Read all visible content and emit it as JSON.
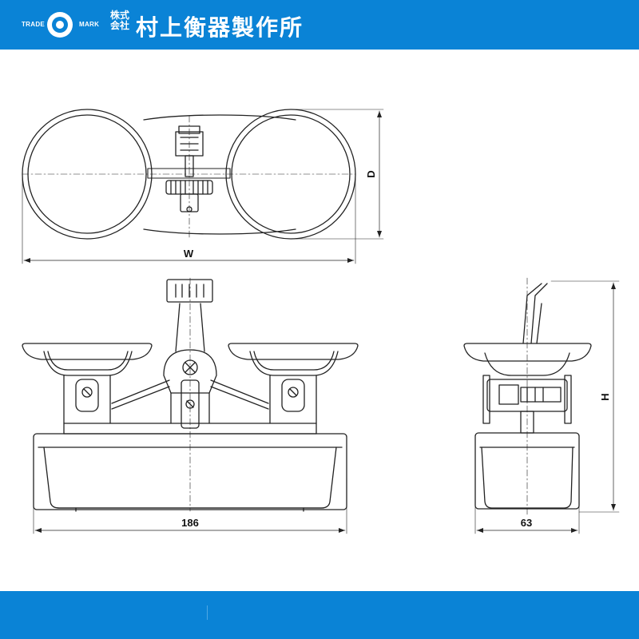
{
  "header": {
    "trademark_left": "TRADE",
    "trademark_right": "MARK",
    "corp_type": "株式会社",
    "company_name": "村上衡器製作所",
    "logo_icon": "circle-target-logo",
    "background": "#0a83d6"
  },
  "dimensions": {
    "width_label": "W",
    "depth_label": "D",
    "height_label": "H",
    "front_width": "186",
    "side_depth": "63"
  },
  "footer": {
    "background": "#0a83d6"
  }
}
